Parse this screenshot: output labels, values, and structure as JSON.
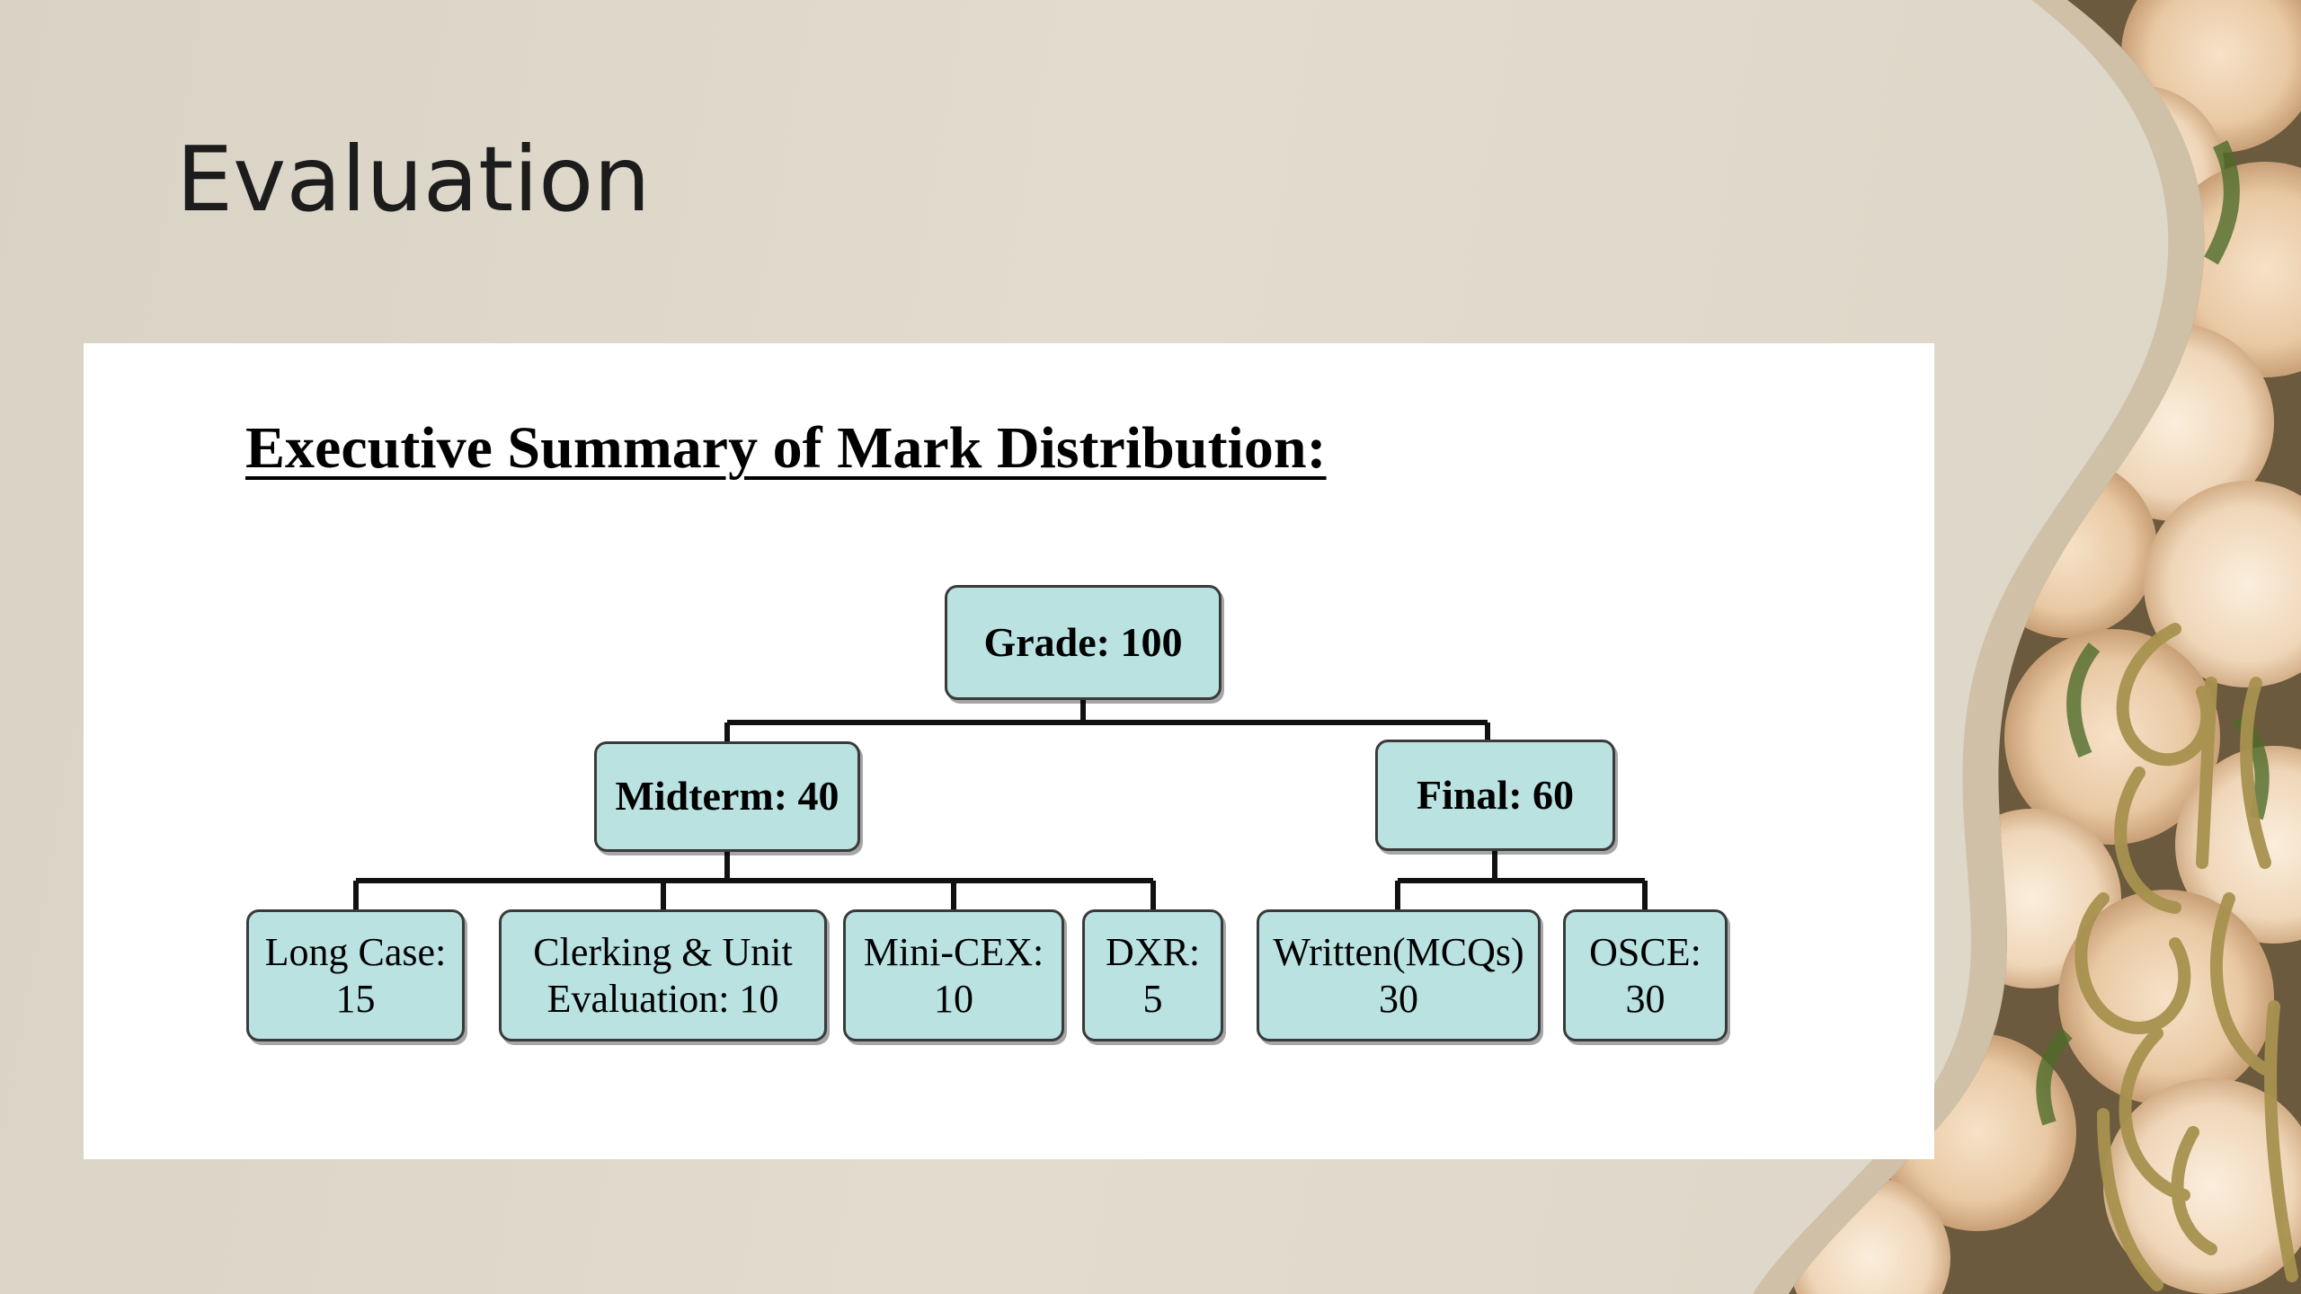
{
  "slide": {
    "title": "Evaluation"
  },
  "panel": {
    "heading": "Executive Summary of Mark Distribution:"
  },
  "diagram": {
    "root": "Grade: 100",
    "midterm": "Midterm: 40",
    "final": "Final: 60",
    "long_case": {
      "line1": "Long Case:",
      "line2": "15"
    },
    "clerking": {
      "line1": "Clerking & Unit",
      "line2": "Evaluation: 10"
    },
    "mini_cex": {
      "line1": "Mini-CEX:",
      "line2": "10"
    },
    "dxr": {
      "line1": "DXR:",
      "line2": "5"
    },
    "written": {
      "line1": "Written(MCQs)",
      "line2": "30"
    },
    "osce": {
      "line1": "OSCE:",
      "line2": "30"
    }
  },
  "colors": {
    "node_fill": "#b9e2e1",
    "node_border": "#3a3a3a",
    "background": "#ddd6c6"
  },
  "decoration": {
    "right_edge": "floral-calligraphy-artwork"
  }
}
